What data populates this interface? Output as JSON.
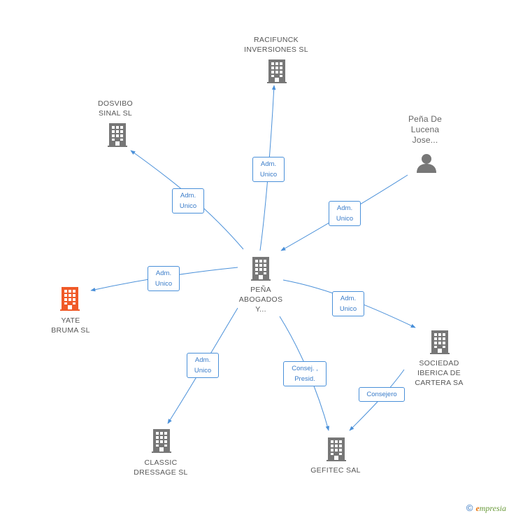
{
  "nodes": {
    "center": {
      "label": "PEÑA\nABOGADOS\nY...",
      "type": "company",
      "color": "#777777"
    },
    "racifunck": {
      "label": "RACIFUNCK\nINVERSIONES SL",
      "type": "company",
      "color": "#777777"
    },
    "dosvibo": {
      "label": "DOSVIBO\nSINAL SL",
      "type": "company",
      "color": "#777777"
    },
    "pena_lucena": {
      "label": "Peña De\nLucena\nJose...",
      "type": "person",
      "color": "#777777"
    },
    "yate": {
      "label": "YATE\nBRUMA SL",
      "type": "company",
      "color": "#f05a28"
    },
    "sociedad": {
      "label": "SOCIEDAD\nIBERICA DE\nCARTERA SA",
      "type": "company",
      "color": "#777777"
    },
    "classic": {
      "label": "CLASSIC\nDRESSAGE SL",
      "type": "company",
      "color": "#777777"
    },
    "gefitec": {
      "label": "GEFITEC SAL",
      "type": "company",
      "color": "#777777"
    }
  },
  "edges": [
    {
      "id": "e-racifunck",
      "label": "Adm.\nUnico"
    },
    {
      "id": "e-dosvibo",
      "label": "Adm.\nUnico"
    },
    {
      "id": "e-pena",
      "label": "Adm.\nUnico"
    },
    {
      "id": "e-yate",
      "label": "Adm.\nUnico"
    },
    {
      "id": "e-sociedad",
      "label": "Adm.\nUnico"
    },
    {
      "id": "e-classic",
      "label": "Adm.\nUnico"
    },
    {
      "id": "e-gefitec",
      "label": "Consej. ,\nPresid."
    },
    {
      "id": "e-soc-gef",
      "label": "Consejero"
    }
  ],
  "colors": {
    "edge": "#4a90d9",
    "edge_text": "#3a7cc9"
  },
  "footer": {
    "copyright": "©",
    "brand_e": "e",
    "brand_rest": "mpresia"
  }
}
